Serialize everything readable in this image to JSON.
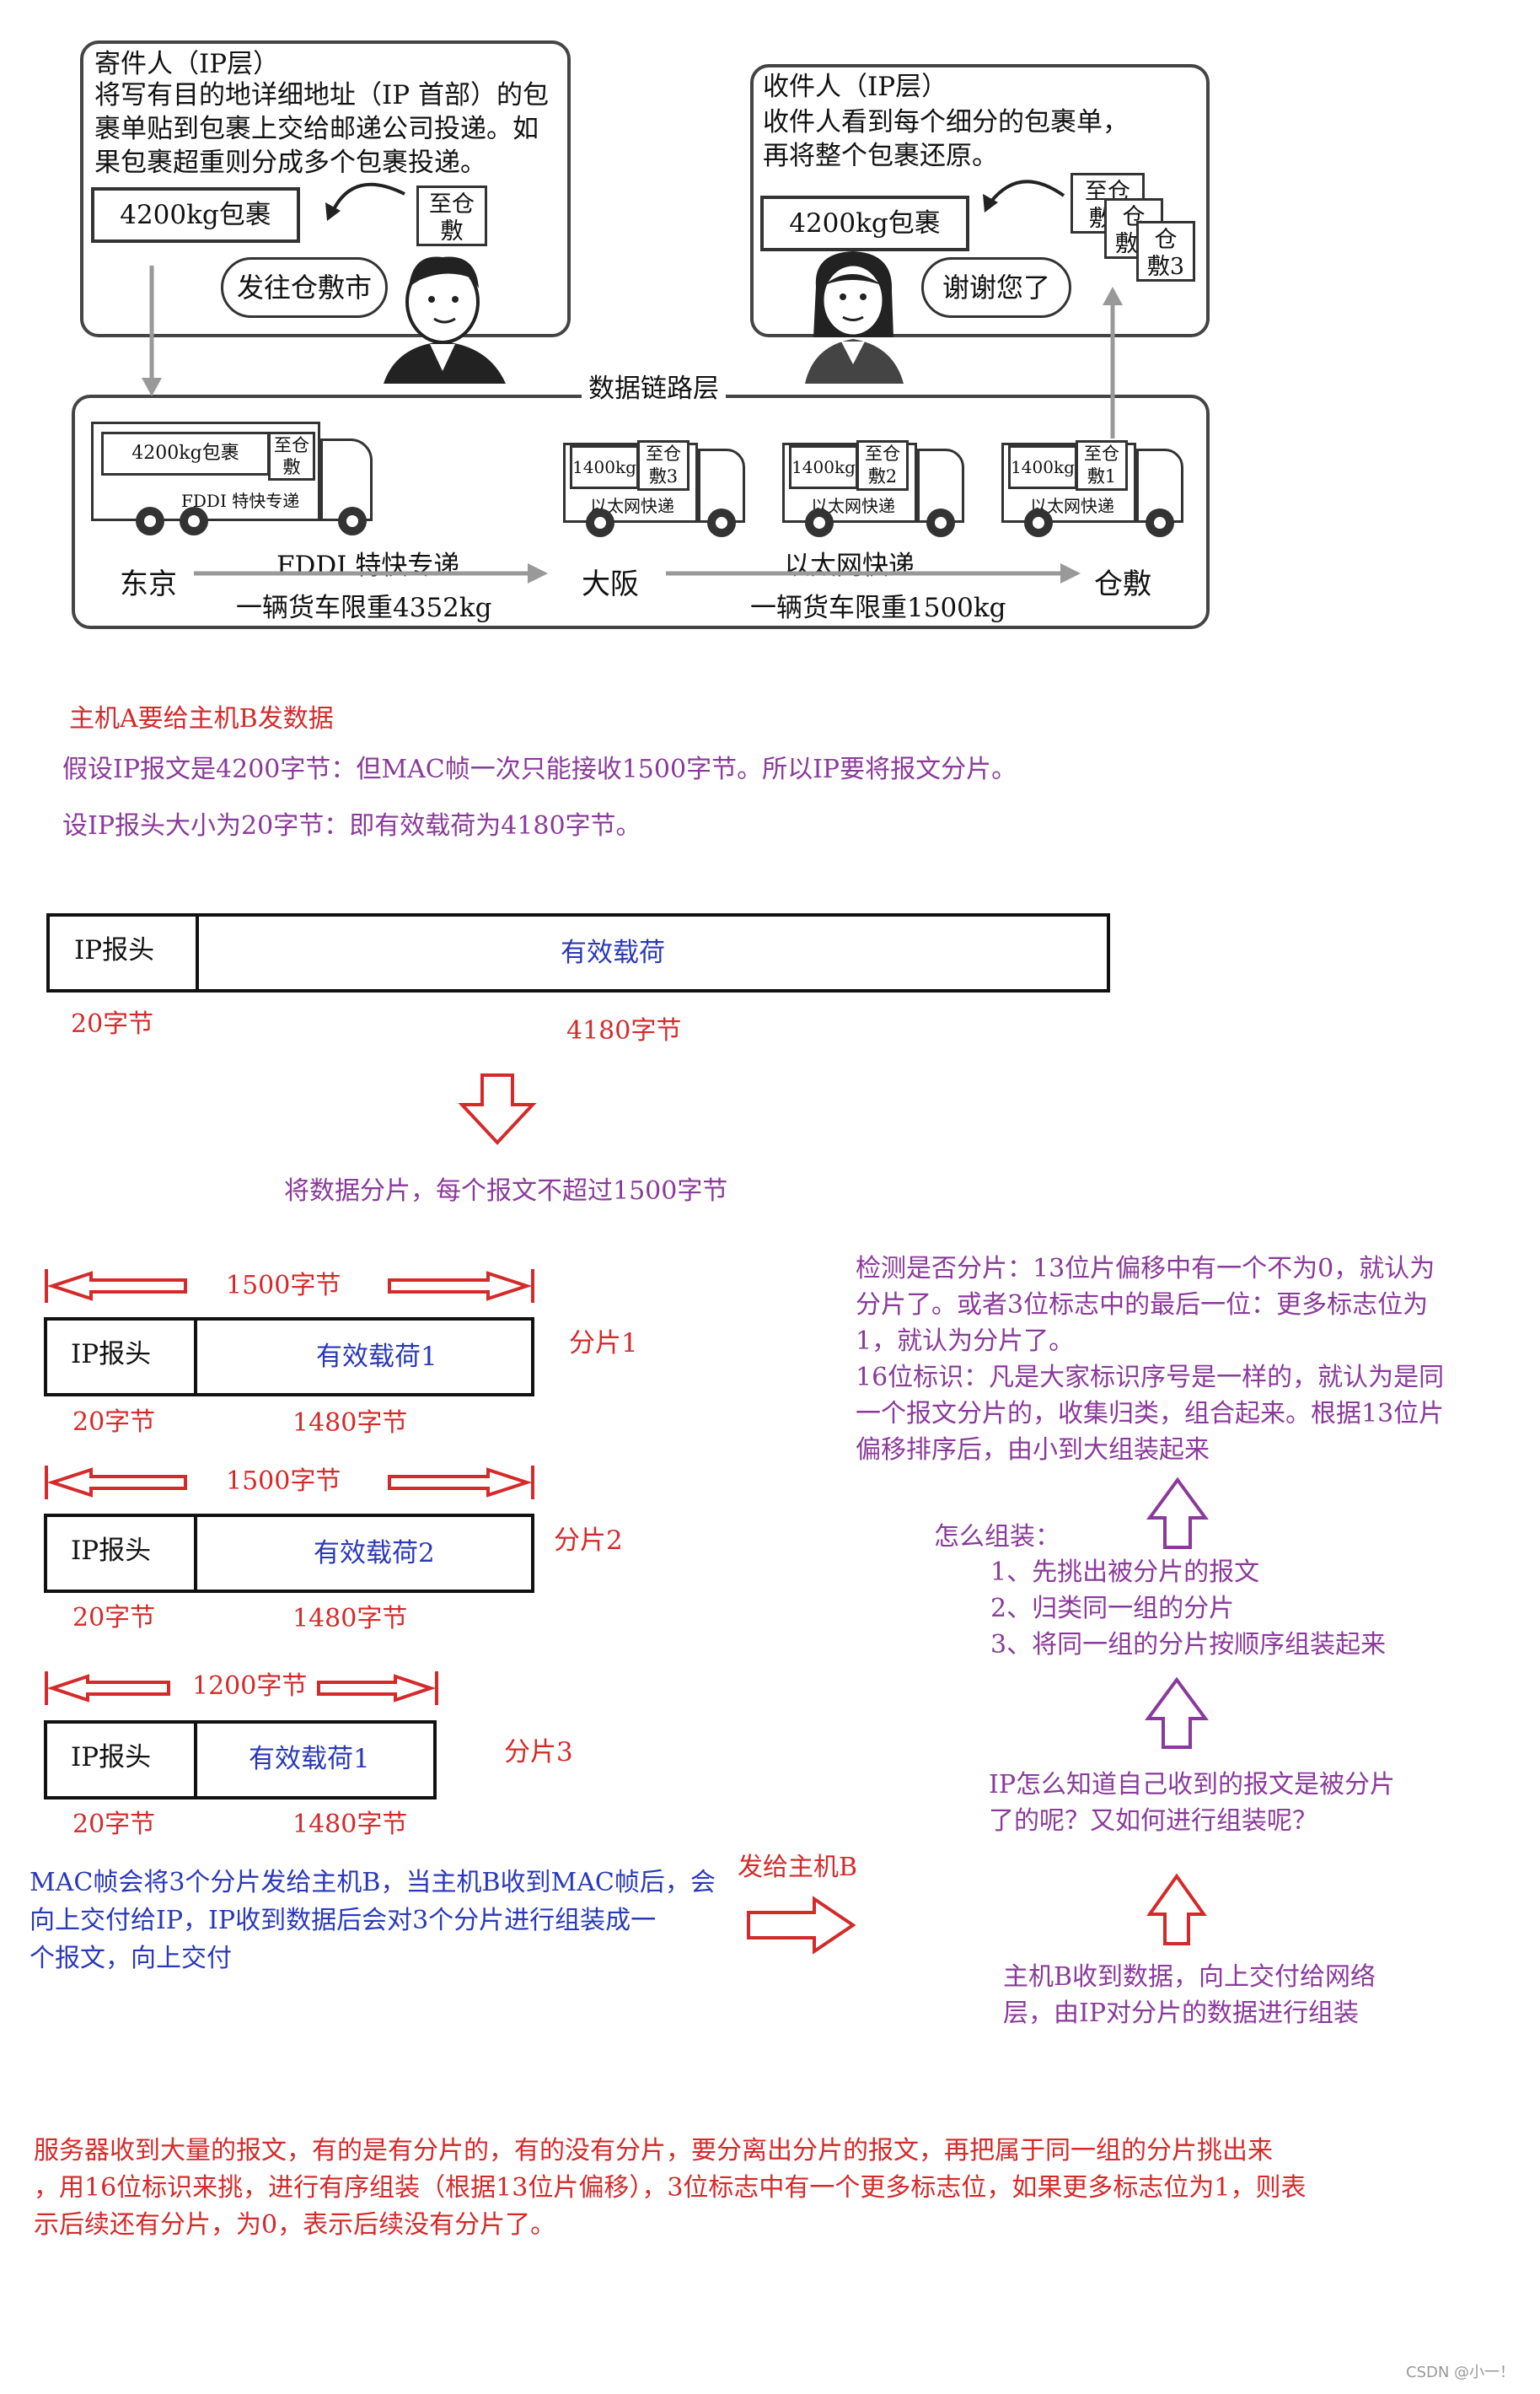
{
  "figure": {
    "sender": {
      "title": "寄件人（IP层）",
      "lines": [
        "将写有目的地详细地址（IP 首部）的包",
        "裹单贴到包裹上交给邮递公司投递。如",
        "果包裹超重则分成多个包裹投递。"
      ],
      "package": "4200kg包裹",
      "tag": "至仓\n敷",
      "speech": "发往仓敷市"
    },
    "receiver": {
      "title": "收件人（IP层）",
      "lines": [
        "收件人看到每个细分的包裹单，",
        "再将整个包裹还原。"
      ],
      "package": "4200kg包裹",
      "tags": [
        "至仓\n敷1",
        "仓\n敷2",
        "仓\n敷3"
      ],
      "speech": "谢谢您了"
    },
    "link_layer": {
      "title": "数据链路层",
      "truck1": {
        "cargo": "4200kg包裹",
        "tag": "至仓\n敷",
        "side": "FDDI 特快专递"
      },
      "truck2": {
        "cargo": "1400kg",
        "tag": "至仓\n敷3",
        "side": "以太网快递"
      },
      "truck3": {
        "cargo": "1400kg",
        "tag": "至仓\n敷2",
        "side": "以太网快递"
      },
      "truck4": {
        "cargo": "1400kg",
        "tag": "至仓\n敷1",
        "side": "以太网快递"
      },
      "cities": [
        "东京",
        "大阪",
        "仓敷"
      ],
      "route1": {
        "name": "FDDI 特快专递",
        "limit": "一辆货车限重4352kg"
      },
      "route2": {
        "name": "以太网快递",
        "limit": "一辆货车限重1500kg"
      }
    }
  },
  "intro": {
    "line1": "主机A要给主机B发数据",
    "line2": "假设IP报文是4200字节：但MAC帧一次只能接收1500字节。所以IP要将报文分片。",
    "line3": "设IP报头大小为20字节：即有效载荷为4180字节。"
  },
  "whole_packet": {
    "header": "IP报头",
    "payload": "有效载荷",
    "header_size": "20字节",
    "payload_size": "4180字节"
  },
  "split_note": "将数据分片，每个报文不超过1500字节",
  "fragments": [
    {
      "total": "1500字节",
      "header": "IP报头",
      "payload": "有效载荷1",
      "label": "分片1",
      "header_size": "20字节",
      "payload_size": "1480字节"
    },
    {
      "total": "1500字节",
      "header": "IP报头",
      "payload": "有效载荷2",
      "label": "分片2",
      "header_size": "20字节",
      "payload_size": "1480字节"
    },
    {
      "total": "1200字节",
      "header": "IP报头",
      "payload": "有效载荷1",
      "label": "分片3",
      "header_size": "20字节",
      "payload_size": "1480字节"
    }
  ],
  "mac_note": [
    "MAC帧会将3个分片发给主机B，当主机B收到MAC帧后，会",
    "向上交付给IP，IP收到数据后会对3个分片进行组装成一",
    "个报文，向上交付"
  ],
  "send_to_b": "发给主机B",
  "right": {
    "detect": [
      "检测是否分片：13位片偏移中有一个不为0，就认为",
      "分片了。或者3位标志中的最后一位：更多标志位为",
      "1，就认为分片了。",
      "16位标识：凡是大家标识序号是一样的，就认为是同",
      "一个报文分片的，收集归类，组合起来。根据13位片",
      "偏移排序后，由小到大组装起来"
    ],
    "how_title": "怎么组装：",
    "how_steps": [
      "1、先挑出被分片的报文",
      "2、归类同一组的分片",
      "3、将同一组的分片按顺序组装起来"
    ],
    "question": [
      "IP怎么知道自己收到的报文是被分片",
      "了的呢？又如何进行组装呢？"
    ],
    "received": [
      "主机B收到数据，向上交付给网络",
      "层，由IP对分片的数据进行组装"
    ]
  },
  "summary": [
    "服务器收到大量的报文，有的是有分片的，有的没有分片，要分离出分片的报文，再把属于同一组的分片挑出来",
    "，用16位标识来挑，进行有序组装（根据13位片偏移），3位标志中有一个更多标志位，如果更多标志位为1，则表",
    "示后续还有分片，为0，表示后续没有分片了。"
  ],
  "watermark": "CSDN @小一！",
  "colors": {
    "red": "#d42a2a",
    "purple": "#8a3a9a",
    "blue": "#2a39b8",
    "darkgray": "#444444"
  },
  "icons": [
    "person-male-icon",
    "person-female-icon",
    "truck-icon",
    "down-arrow-icon",
    "up-arrow-icon",
    "right-arrow-icon",
    "double-arrow-icon"
  ]
}
